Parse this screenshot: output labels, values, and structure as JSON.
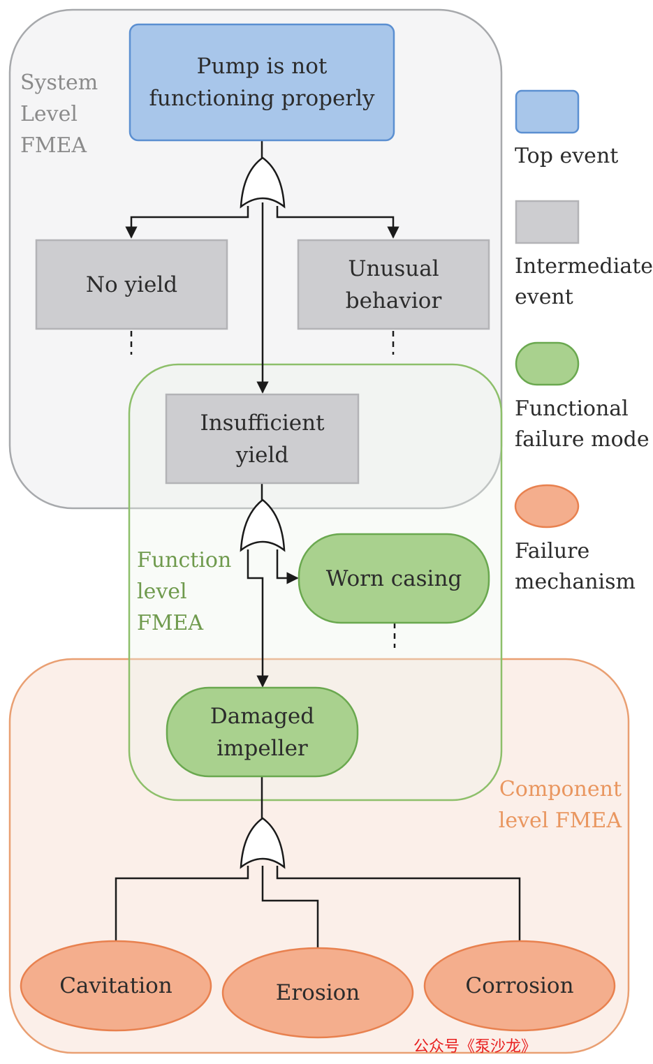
{
  "colors": {
    "system_region_fill": "#f5f5f6",
    "system_region_stroke": "#a7a9ac",
    "function_region_stroke": "#8dbf6a",
    "component_region_fill": "#fbeee8",
    "component_region_stroke": "#e99f72",
    "top_event_fill": "#a8c6ea",
    "top_event_stroke": "#5b8fd1",
    "intermediate_fill": "#cdcdd0",
    "intermediate_stroke": "#b3b3b6",
    "functional_fill": "#a9d18e",
    "functional_stroke": "#6aa84f",
    "mechanism_fill": "#f4ae8d",
    "mechanism_stroke": "#e8814f",
    "system_label": "#8a8a8a",
    "function_label": "#6f9a4d",
    "component_label": "#e9965f",
    "line": "#1a1a1a",
    "watermark": "#e8201f"
  },
  "regions": {
    "system": "System\nLevel\nFMEA",
    "function": "Function\nlevel\nFMEA",
    "component": "Component\nlevel FMEA"
  },
  "nodes": {
    "top": "Pump is not\nfunctioning properly",
    "no_yield": "No yield",
    "unusual": "Unusual\nbehavior",
    "insufficient": "Insufficient\nyield",
    "worn_casing": "Worn casing",
    "damaged_impeller": "Damaged\nimpeller",
    "cavitation": "Cavitation",
    "erosion": "Erosion",
    "corrosion": "Corrosion"
  },
  "legend": {
    "top_event": "Top event",
    "intermediate": "Intermediate\nevent",
    "functional": "Functional\nfailure mode",
    "mechanism": "Failure\nmechanism"
  },
  "watermark": "公众号《泵沙龙》"
}
